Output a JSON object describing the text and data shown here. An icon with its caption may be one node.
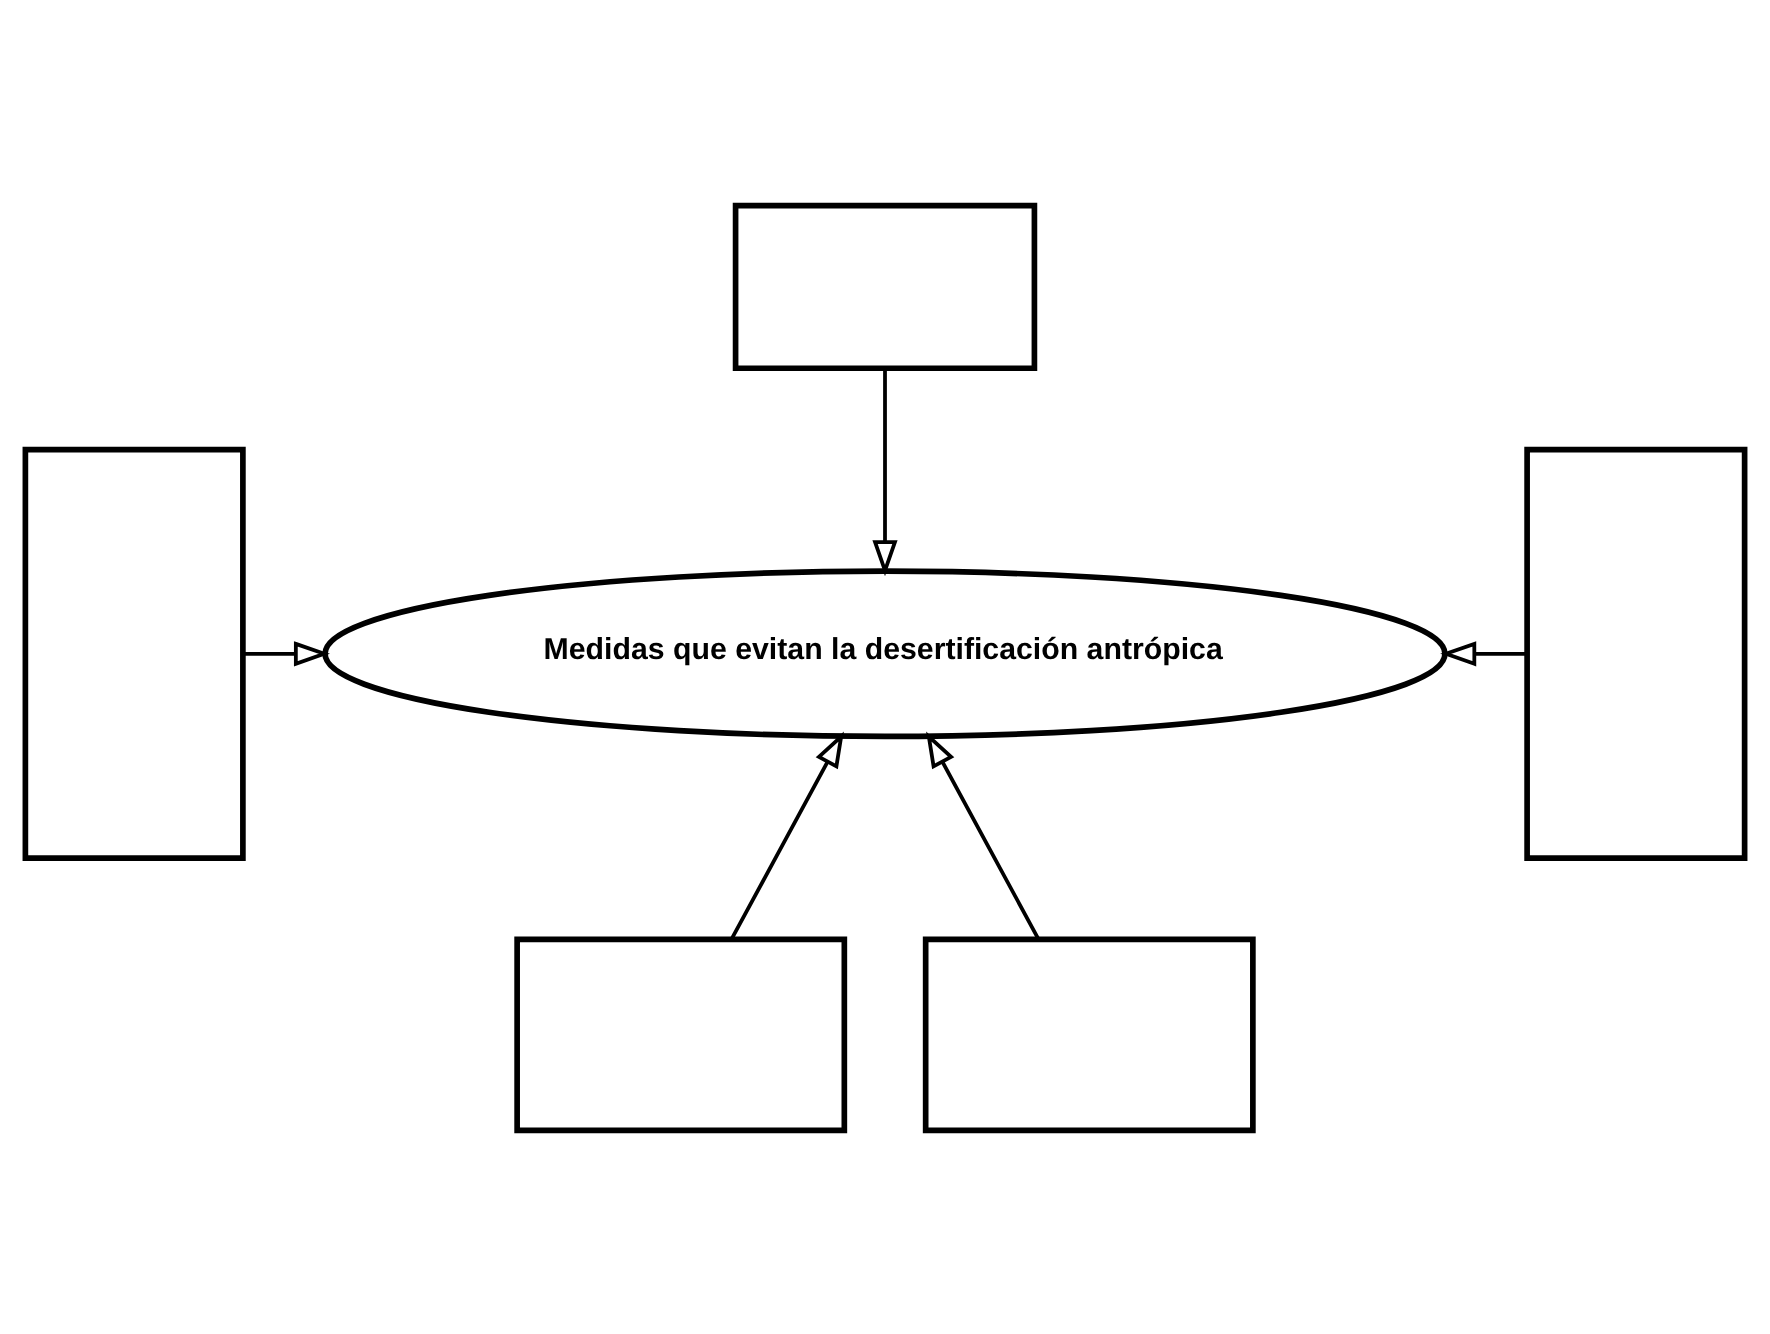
{
  "diagram": {
    "nodes": [
      {
        "text": [],
        "shape": "box"
      },
      {
        "text": [],
        "shape": "box"
      },
      {
        "text": [
          "Medidas que evitan la desertificación antrópica"
        ]
      },
      {
        "text": [],
        "shape": "box"
      },
      {
        "text": [],
        "shape": "box"
      },
      {
        "text": [],
        "shape": "box"
      }
    ],
    "edges": [
      {
        "from": 0,
        "to": 2,
        "arrow": "to"
      },
      {
        "from": 1,
        "to": 2,
        "arrow": "to"
      },
      {
        "from": 3,
        "to": 2,
        "arrow": "to"
      },
      {
        "from": 4,
        "to": 2,
        "arrow": "to"
      },
      {
        "from": 5,
        "to": 2,
        "arrow": "to"
      }
    ]
  }
}
